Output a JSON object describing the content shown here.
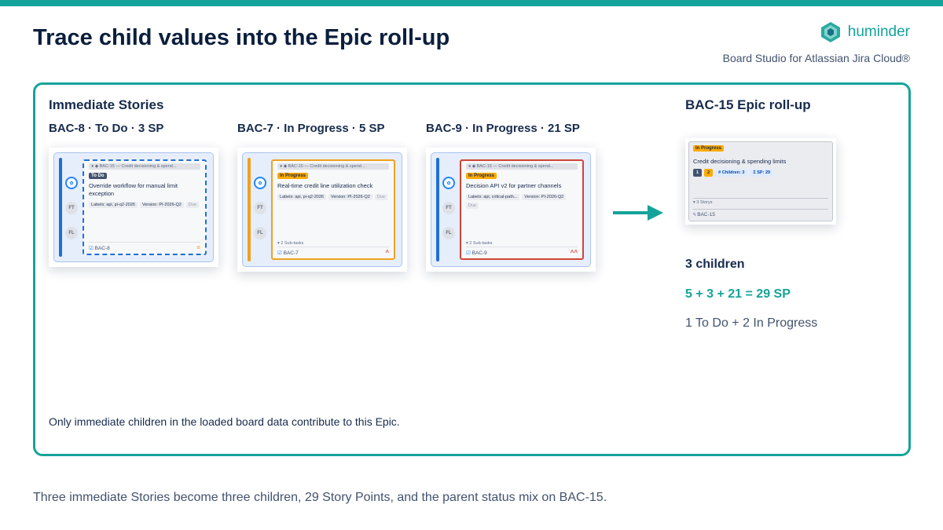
{
  "header": {
    "title": "Trace child values into the Epic roll-up",
    "brand_name": "huminder",
    "brand_subtitle": "Board Studio for Atlassian Jira Cloud®",
    "accent_color": "#14a39a"
  },
  "stories_section": {
    "title": "Immediate Stories",
    "stories": [
      {
        "heading": "BAC-8 · To Do · 3 SP",
        "parent_pill": "● ◆ BAC-15 — Credit decisioning & spend...",
        "status": "To Do",
        "title": "Override workflow for manual limit exception",
        "labels": "Labels: api, pi-q2-2026",
        "version": "Version: PI-2026-Q2",
        "due": "Due",
        "subtasks": "",
        "key": "BAC-8",
        "priority": "="
      },
      {
        "heading": "BAC-7 · In Progress · 5 SP",
        "parent_pill": "● ◆ BAC-15 — Credit decisioning & spend...",
        "status": "In Progress",
        "title": "Real-time credit line utilization check",
        "labels": "Labels: api, pi-q2-2026",
        "version": "Version: PI-2026-Q2",
        "due": "Due",
        "subtasks": "▾ 2 Sub-tasks",
        "key": "BAC-7",
        "priority": "^"
      },
      {
        "heading": "BAC-9 · In Progress · 21 SP",
        "parent_pill": "● ◆ BAC-15 — Credit decisioning & spend...",
        "status": "In Progress",
        "title": "Decision API v2 for partner channels",
        "labels": "Labels: api, critical-path...",
        "version": "Version: PI-2026-Q2",
        "due": "Due",
        "subtasks": "▾ 2 Sub-tasks",
        "key": "BAC-9",
        "priority": "^^"
      }
    ],
    "avatars": [
      "FT",
      "FL"
    ]
  },
  "epic": {
    "title": "BAC-15 Epic roll-up",
    "card": {
      "status": "In Progress",
      "title": "Credit decisioning & spending limits",
      "badge_1": "1",
      "badge_2": "2",
      "children_badge": "# Children: 3",
      "sp_badge": "Σ SP: 29",
      "story_count": "▾ 3 Storys",
      "key": "BAC-15"
    },
    "children": "3 children",
    "sum": "5 + 3 + 21 = 29 SP",
    "status_mix": "1 To Do + 2 In Progress"
  },
  "frame_note": "Only immediate children in the loaded board data contribute to this Epic.",
  "footer": "Three immediate Stories become three children, 29 Story Points, and the parent status mix on BAC-15."
}
